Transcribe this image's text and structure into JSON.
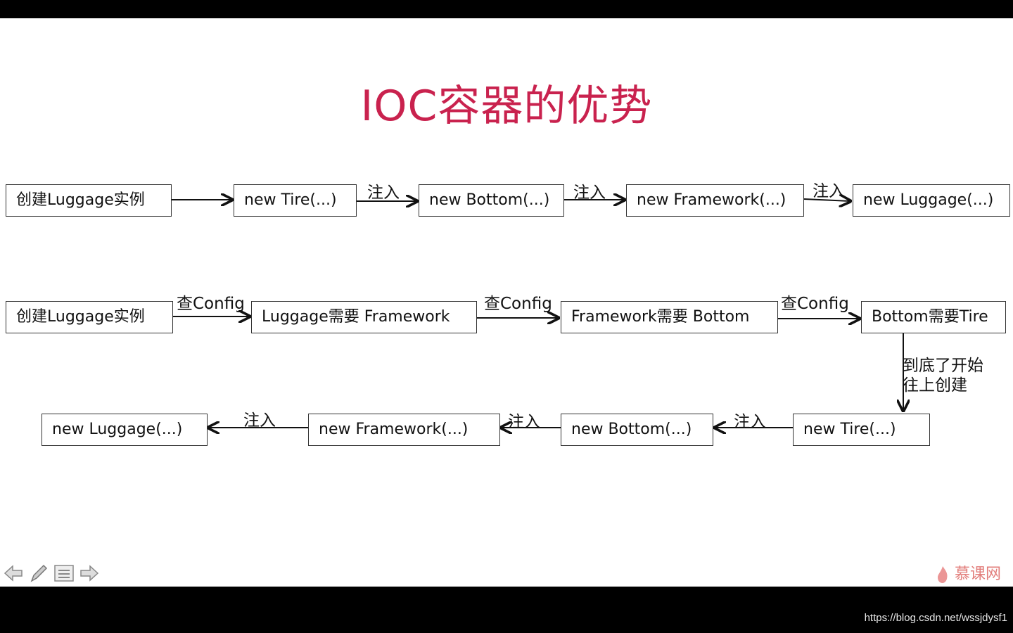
{
  "title": "IOC容器的优势",
  "row1": {
    "boxes": [
      "创建Luggage实例",
      "new Tire(...)",
      "new Bottom(...)",
      "new Framework(...)",
      "new Luggage(...)"
    ],
    "arrow_labels": [
      "注入",
      "注入",
      "注入"
    ]
  },
  "row2": {
    "boxes": [
      "创建Luggage实例",
      "Luggage需要 Framework",
      "Framework需要 Bottom",
      "Bottom需要Tire"
    ],
    "arrow_labels": [
      "查Config",
      "查Config",
      "查Config"
    ]
  },
  "down_label": [
    "到底了开始",
    "往上创建"
  ],
  "row3": {
    "boxes": [
      "new Tire(...)",
      "new Bottom(...)",
      "new Framework(...)",
      "new Luggage(...)"
    ],
    "arrow_labels": [
      "注入",
      "注入",
      "注入"
    ]
  },
  "toolbar": [
    "back-arrow-icon",
    "pen-icon",
    "menu-icon",
    "forward-arrow-icon"
  ],
  "logo": "慕课网",
  "watermark": "https://blog.csdn.net/wssjdysf1",
  "colors": {
    "title": "#c9224e",
    "logo": "#d9534f"
  }
}
